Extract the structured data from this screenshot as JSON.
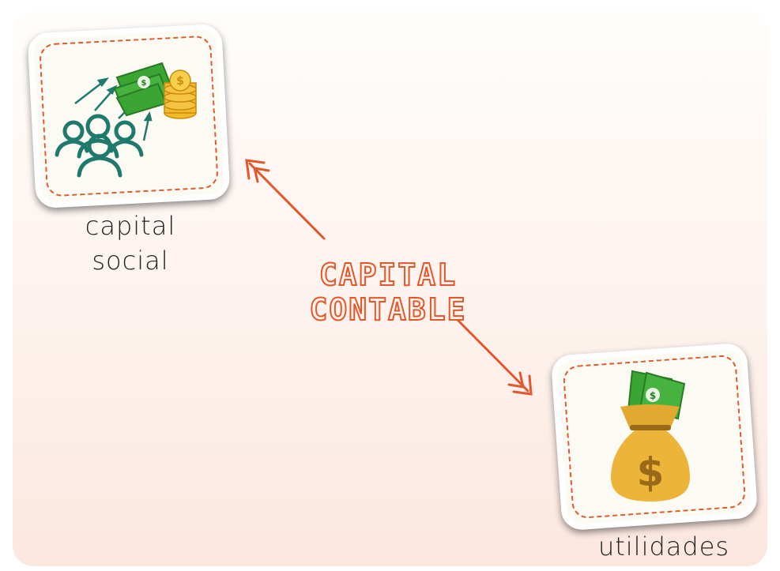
{
  "title": "CAPITAL CONTABLE",
  "nodes": {
    "capital_social": {
      "label_line1": "capital",
      "label_line2": "social"
    },
    "utilidades": {
      "label": "utilidades"
    }
  },
  "colors": {
    "accent": "#e2572b",
    "teal": "#1f7a6c",
    "money_green": "#3ba534",
    "gold": "#f2b928",
    "bag": "#ecb53a"
  }
}
